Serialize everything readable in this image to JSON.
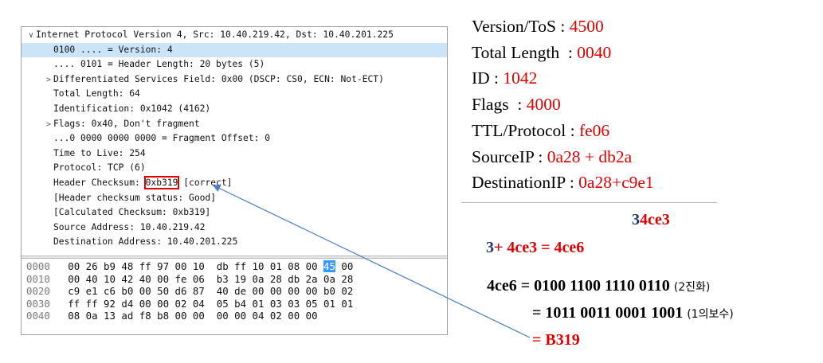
{
  "wireshark": {
    "tree": [
      {
        "prefix": "∨",
        "text": "Internet Protocol Version 4, Src: 10.40.219.42, Dst: 10.40.201.225",
        "indent": 0
      },
      {
        "prefix": "",
        "text": "0100 .... = Version: 4",
        "indent": 1,
        "selected": true
      },
      {
        "prefix": "",
        "text": ".... 0101 = Header Length: 20 bytes (5)",
        "indent": 1
      },
      {
        "prefix": ">",
        "text": "Differentiated Services Field: 0x00 (DSCP: CS0, ECN: Not-ECT)",
        "indent": 1
      },
      {
        "prefix": "",
        "text": "Total Length: 64",
        "indent": 1
      },
      {
        "prefix": "",
        "text": "Identification: 0x1042 (4162)",
        "indent": 1
      },
      {
        "prefix": ">",
        "text": "Flags: 0x40, Don't fragment",
        "indent": 1
      },
      {
        "prefix": "",
        "text": "...0 0000 0000 0000 = Fragment Offset: 0",
        "indent": 1
      },
      {
        "prefix": "",
        "text": "Time to Live: 254",
        "indent": 1
      },
      {
        "prefix": "",
        "text": "Protocol: TCP (6)",
        "indent": 1
      },
      {
        "prefix": "",
        "text": "",
        "indent": 1,
        "checksum": true
      },
      {
        "prefix": "",
        "text": "[Header checksum status: Good]",
        "indent": 1
      },
      {
        "prefix": "",
        "text": "[Calculated Checksum: 0xb319]",
        "indent": 1
      },
      {
        "prefix": "",
        "text": "Source Address: 10.40.219.42",
        "indent": 1
      },
      {
        "prefix": "",
        "text": "Destination Address: 10.40.201.225",
        "indent": 1
      }
    ],
    "checksum_line": {
      "label": "Header Checksum: ",
      "value": "0xb319",
      "suffix": " [correct]"
    },
    "hex_rows": [
      {
        "offset": "0000",
        "bytes_a": "00 26 b9 48 ff 97 00 10",
        "bytes_b_pre": "db ff 10 01 08 00 ",
        "bytes_b_sel": "45",
        "bytes_b_post": " 00"
      },
      {
        "offset": "0010",
        "bytes_a": "00 40 10 42 40 00 fe 06",
        "bytes_b_pre": "b3 19 0a 28 db 2a 0a 28",
        "bytes_b_sel": "",
        "bytes_b_post": ""
      },
      {
        "offset": "0020",
        "bytes_a": "c9 e1 c6 b0 00 50 d6 87",
        "bytes_b_pre": "40 de 00 00 00 00 b0 02",
        "bytes_b_sel": "",
        "bytes_b_post": ""
      },
      {
        "offset": "0030",
        "bytes_a": "ff ff 92 d4 00 00 02 04",
        "bytes_b_pre": "05 b4 01 03 03 05 01 01",
        "bytes_b_sel": "",
        "bytes_b_post": ""
      },
      {
        "offset": "0040",
        "bytes_a": "08 0a 13 ad f8 b8 00 00",
        "bytes_b_pre": "00 00 04 02 00 00",
        "bytes_b_sel": "",
        "bytes_b_post": ""
      }
    ]
  },
  "fields": [
    {
      "label": "Version/ToS : ",
      "value": "4500"
    },
    {
      "label": "Total Length  : ",
      "value": "0040"
    },
    {
      "label": "ID : ",
      "value": "1042"
    },
    {
      "label": "Flags  : ",
      "value": "4000"
    },
    {
      "label": "TTL/Protocol : ",
      "value": "fe06"
    },
    {
      "label": "SourceIP : ",
      "value": "0a28 + db2a"
    },
    {
      "label": "DestinationIP : ",
      "value": "0a28+c9e1"
    }
  ],
  "calc": {
    "sum_carry": "3",
    "sum_rest": "4ce3",
    "fold_carry": "3",
    "fold_rest": "+ 4ce3  = 4ce6",
    "binary_label": "4ce6 = 0100 1100 1110 0110",
    "binary_note": "(2진화)",
    "complement_label": "= 1011 0011 0001 1001",
    "complement_note": "(1의보수)",
    "result": "= B319"
  },
  "colors": {
    "accent_red": "#e00000",
    "arrow_blue": "#4a7fc1",
    "dark_blue": "#1f3864"
  }
}
